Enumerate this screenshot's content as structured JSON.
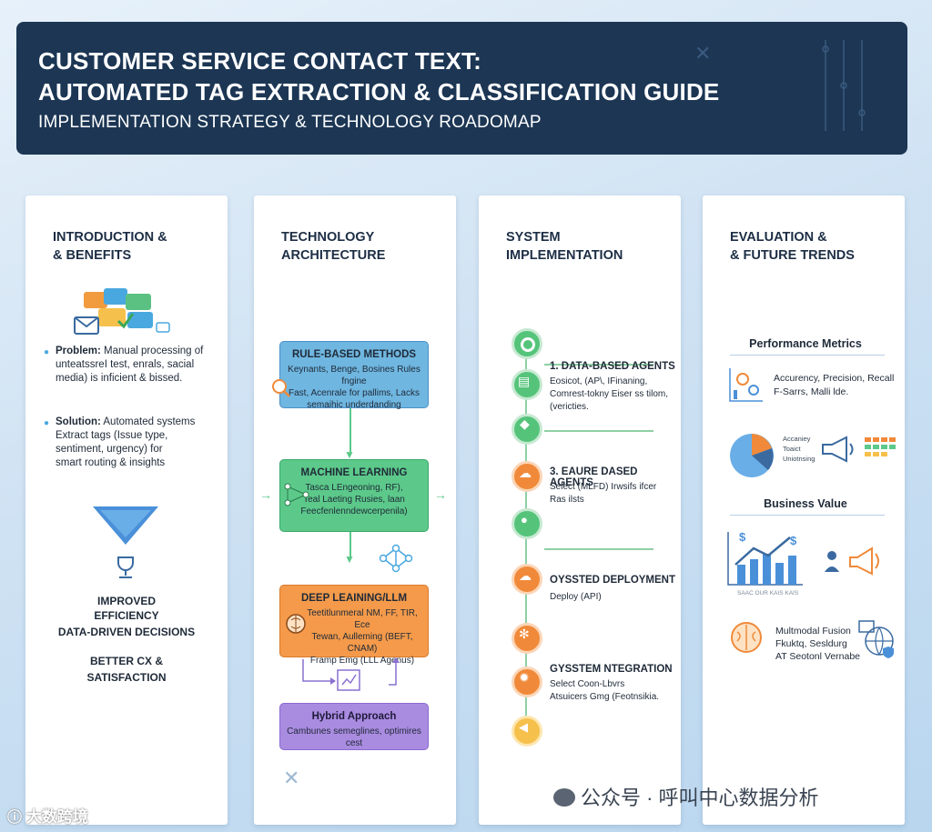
{
  "header": {
    "title_line1": "CUSTOMER SERVICE CONTACT TEXT:",
    "title_line2": "AUTOMATED TAG EXTRACTION & CLASSIFICATION GUIDE",
    "subtitle": "IMPLEMENTATION STRATEGY & TECHNOLOGY ROADOMAP"
  },
  "col1": {
    "title_line1": "INTRODUCTION &",
    "title_line2": "& BENEFITS",
    "problem_label": "Problem:",
    "problem_text": "Manual processing of",
    "problem_text2": "unteatssreI test, enrals, sacial",
    "problem_text3": "media) is inficient & bissed.",
    "solution_label": "Solution:",
    "solution_text": "Automated systems",
    "solution_text2": "Extract tags (Issue type,",
    "solution_text3": "sentiment, urgency) for",
    "solution_text4": "smart routing & insights",
    "benefit1": "IMPROVED",
    "benefit1b": "EFFICIENCY",
    "benefit2": "DATA-DRIVEN DECISIONS",
    "benefit3": "BETTER CX &",
    "benefit3b": "SATISFACTION"
  },
  "col2": {
    "title_line1": "TECHNOLOGY",
    "title_line2": "ARCHITECTURE",
    "rule_title": "RULE-BASED METHODS",
    "rule_desc1": "Keynants, Benge, Bosines Rules fngine",
    "rule_desc2": "Fast, Acenrale for pallims, Lacks",
    "rule_desc3": "semaihic underdanding",
    "ml_title": "MACHINE LEARNING",
    "ml_desc1": "Tasca LEngeoning, RF),",
    "ml_desc2": "Teal Laeting Rusies, laan",
    "ml_desc3": "Feecfenlenndewcerpenila)",
    "dl_title": "DEEP LEAINING/LLM",
    "dl_desc1": "Teetitlunmeral NM, FF, TIR, Ece",
    "dl_desc2": "Tewan, Aulleming (BEFT, CNAM)",
    "dl_desc3": "Framp Emg (LLL Agenus)",
    "hybrid_title": "Hybrid Approach",
    "hybrid_desc": "Cambunes semeglines, optimires cest"
  },
  "col3": {
    "title_line1": "SYSTEM",
    "title_line2": "IMPLEMENTATION",
    "step1_title": "1. DATA-BASED AGENTS",
    "step1_desc1": "Eosicot, (AP\\, IFinaning,",
    "step1_desc2": "Comrest-tokny Eiser ss tilom,",
    "step1_desc3": "(vericties.",
    "step3_title": "3. EAURE DASED AGENTS",
    "step3_desc1": "Select (MLFD) Irwsifs ifcer",
    "step3_desc2": "Ras ilsts",
    "step4_title": "OYSSTED DEPLOYMENT",
    "step4_desc": "Deploy (API)",
    "step5_title": "GYSSTEM NTEGRATION",
    "step5_desc1": "Select Coon-Lbvrs",
    "step5_desc2": "Atsuicers Gmg (Feotnsikia."
  },
  "col4": {
    "title_line1": "EVALUATION &",
    "title_line2": "& FUTURE TRENDS",
    "perf_title": "Performance Metrics",
    "perf_line1": "Accurency, Precision, Recall",
    "perf_line2": "F-Sarrs, Malli  lde.",
    "pie_label1": "Accaniey",
    "pie_label2": "Toaict",
    "pie_label3": "Uniotnsing",
    "biz_title": "Business Value",
    "chart_caption": "SAAC OUR KAIS KAIS",
    "future1": "Multmodal Fusion",
    "future2": "Fkuktq, Sesldurg",
    "future3": "AT Seotonl Vernabe"
  },
  "watermark": {
    "left": "大数跨境",
    "right": "公众号 · 呼叫中心数据分析"
  },
  "colors": {
    "header_bg": "#1c3654",
    "rule_box": "#6fb6e0",
    "ml_box": "#5cc98a",
    "dl_box": "#f49a4a",
    "hybrid_box": "#a98be0",
    "timeline": "#55c47a",
    "timeline_accent": "#f08a3a"
  }
}
